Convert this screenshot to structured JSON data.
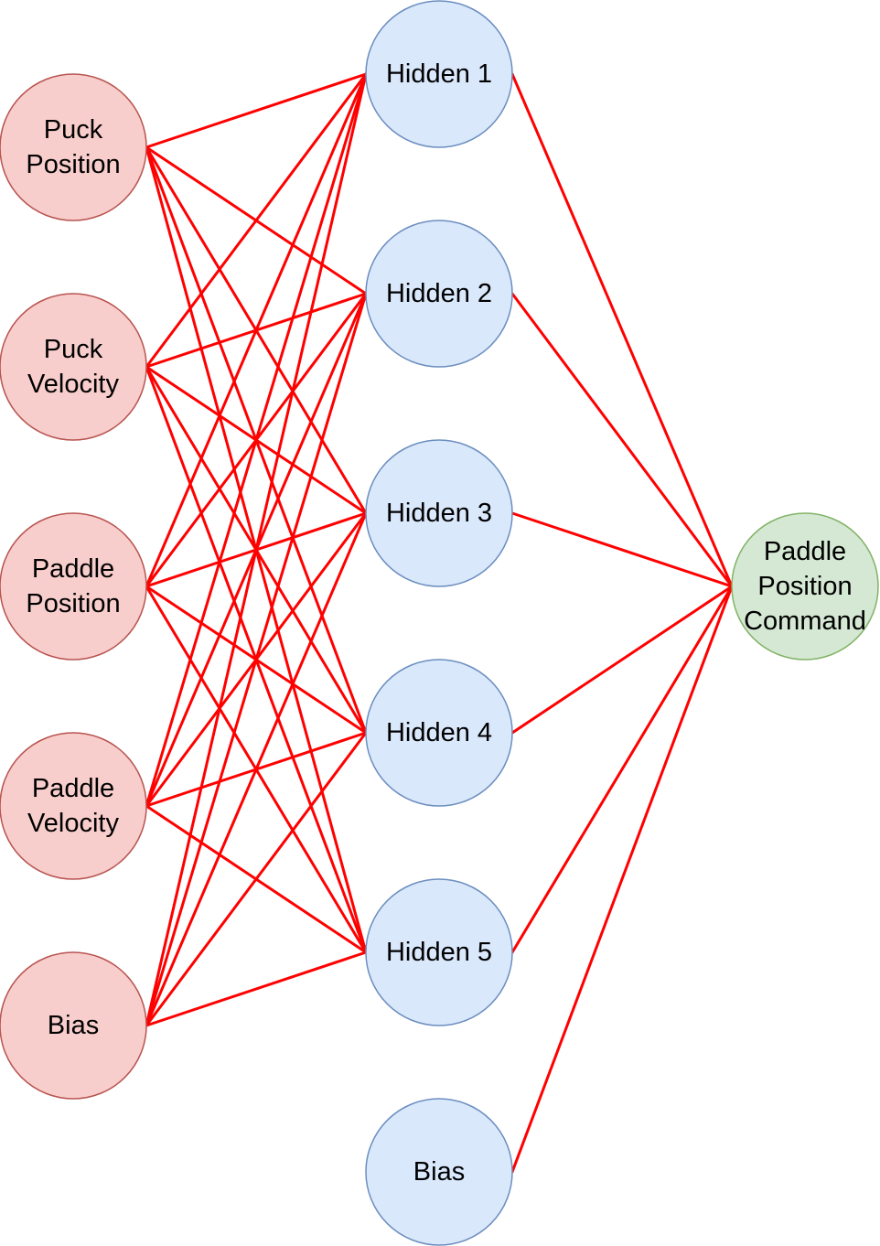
{
  "colors": {
    "edge": "#ff0000",
    "input_fill": "#f8cecc",
    "input_stroke": "#b85450",
    "hidden_fill": "#dae8fc",
    "hidden_stroke": "#6c8ebf",
    "output_fill": "#d5e8d4",
    "output_stroke": "#82b366"
  },
  "layers": {
    "input": [
      {
        "id": "puck-position",
        "lines": [
          "Puck",
          "Position"
        ]
      },
      {
        "id": "puck-velocity",
        "lines": [
          "Puck",
          "Velocity"
        ]
      },
      {
        "id": "paddle-position",
        "lines": [
          "Paddle",
          "Position"
        ]
      },
      {
        "id": "paddle-velocity",
        "lines": [
          "Paddle",
          "Velocity"
        ]
      },
      {
        "id": "input-bias",
        "lines": [
          "Bias"
        ]
      }
    ],
    "hidden": [
      {
        "id": "hidden-1",
        "lines": [
          "Hidden 1"
        ]
      },
      {
        "id": "hidden-2",
        "lines": [
          "Hidden 2"
        ]
      },
      {
        "id": "hidden-3",
        "lines": [
          "Hidden 3"
        ]
      },
      {
        "id": "hidden-4",
        "lines": [
          "Hidden 4"
        ]
      },
      {
        "id": "hidden-5",
        "lines": [
          "Hidden 5"
        ]
      },
      {
        "id": "hidden-bias",
        "lines": [
          "Bias"
        ]
      }
    ],
    "output": [
      {
        "id": "paddle-position-command",
        "lines": [
          "Paddle",
          "Position",
          "Command"
        ]
      }
    ]
  },
  "connections": {
    "input_to_hidden": "all-inputs-to-hidden-1-through-5",
    "hidden_to_output": "all-hidden-including-bias"
  }
}
